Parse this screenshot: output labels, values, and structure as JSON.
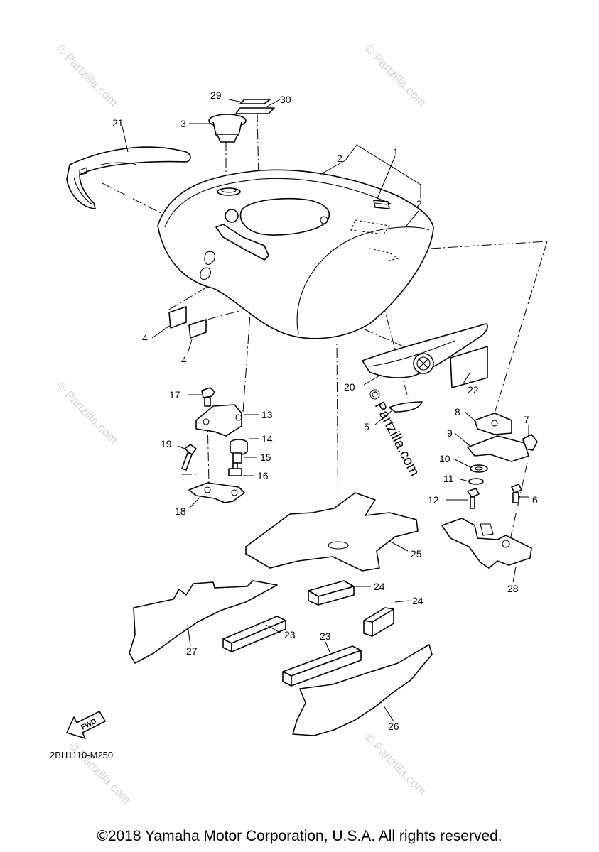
{
  "diagram_code": "2BH1110-M250",
  "copyright": "©2018 Yamaha Motor Corporation, U.S.A. All rights reserved.",
  "watermark_small": "© Partzilla.com",
  "watermark_large": "© Partzilla.com",
  "fwd_label": "FWD",
  "callouts": {
    "c1": "1",
    "c2a": "2",
    "c2b": "2",
    "c3": "3",
    "c4a": "4",
    "c4b": "4",
    "c5": "5",
    "c6": "6",
    "c7": "7",
    "c8": "8",
    "c9": "9",
    "c10": "10",
    "c11": "11",
    "c12": "12",
    "c13": "13",
    "c14": "14",
    "c15": "15",
    "c16": "16",
    "c17": "17",
    "c18": "18",
    "c19": "19",
    "c20": "20",
    "c21": "21",
    "c22": "22",
    "c23a": "23",
    "c23b": "23",
    "c24a": "24",
    "c24b": "24",
    "c25": "25",
    "c26": "26",
    "c27": "27",
    "c28": "28",
    "c29": "29",
    "c30": "30"
  }
}
